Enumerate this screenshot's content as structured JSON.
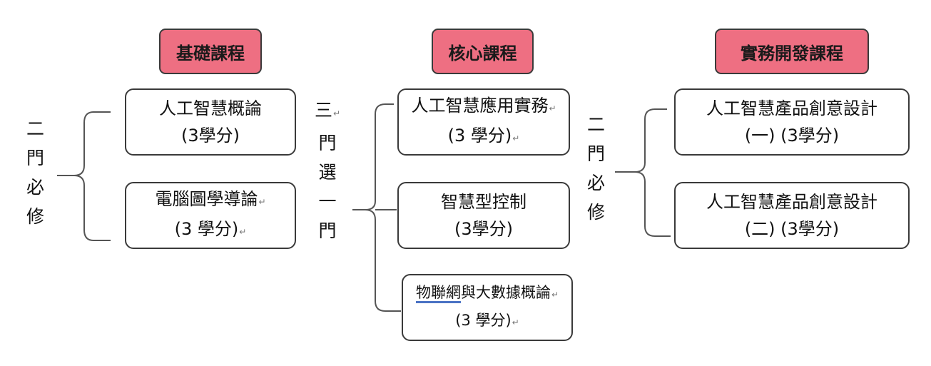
{
  "columns": [
    {
      "header": "基礎課程",
      "rule": [
        "二",
        "門",
        "必",
        "修"
      ],
      "courses": [
        {
          "line1": "人工智慧概論",
          "line2": "(3學分)"
        },
        {
          "line1": "電腦圖學導論",
          "line2": "(3 學分)"
        }
      ]
    },
    {
      "header": "核心課程",
      "rule": [
        "三",
        "門",
        "選",
        "一",
        "門"
      ],
      "courses": [
        {
          "line1": "人工智慧應用實務",
          "line2": "(3 學分)"
        },
        {
          "line1": "智慧型控制",
          "line2": "(3學分)"
        },
        {
          "line1_underlined": "物聯網",
          "line1_rest": "與大數據概論",
          "line2": "(3 學分)"
        }
      ]
    },
    {
      "header": "實務開發課程",
      "rule": [
        "二",
        "門",
        "必",
        "修"
      ],
      "courses": [
        {
          "line1": "人工智慧產品創意設計",
          "line2": "(一)  (3學分)"
        },
        {
          "line1": "人工智慧產品創意設計",
          "line2": "(二)  (3學分)"
        }
      ]
    }
  ],
  "paragraph_mark": "↵",
  "colors": {
    "header_fill": "#ee6f82",
    "border": "#3a3a3a",
    "connector": "#555555",
    "underline": "#4a72c4"
  }
}
